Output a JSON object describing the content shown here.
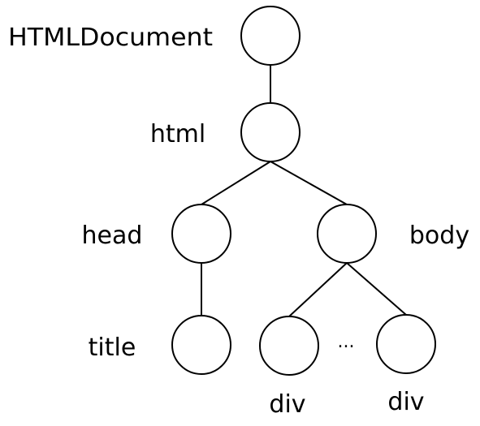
{
  "nodes": {
    "document": {
      "label": "HTMLDocument"
    },
    "html": {
      "label": "html"
    },
    "head": {
      "label": "head"
    },
    "body": {
      "label": "body"
    },
    "title": {
      "label": "title"
    },
    "div1": {
      "label": "div"
    },
    "div2": {
      "label": "div"
    }
  },
  "ellipsis": "...",
  "edges": [
    {
      "from": "HTMLDocument",
      "to": "html"
    },
    {
      "from": "html",
      "to": "head"
    },
    {
      "from": "html",
      "to": "body"
    },
    {
      "from": "head",
      "to": "title"
    },
    {
      "from": "body",
      "to": "div"
    },
    {
      "from": "body",
      "to": "div"
    }
  ]
}
